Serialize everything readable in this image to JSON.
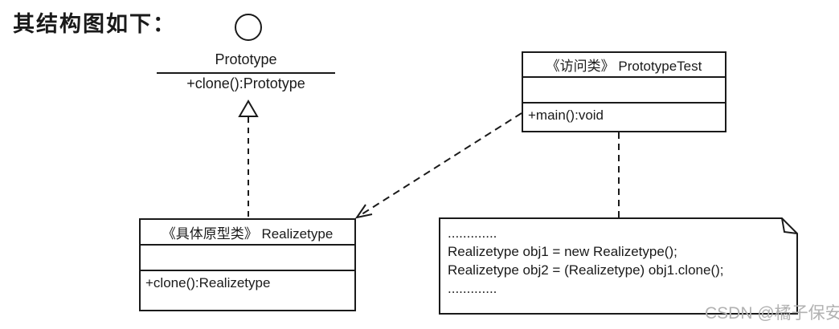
{
  "heading": "其结构图如下：",
  "interface": {
    "name": "Prototype",
    "method": "+clone():Prototype"
  },
  "classes": [
    {
      "name": "《具体原型类》 Realizetype",
      "attributes": "",
      "method": "+clone():Realizetype"
    },
    {
      "name": "《访问类》 PrototypeTest",
      "attributes": "",
      "method": "+main():void"
    }
  ],
  "note": {
    "lines": [
      ".............",
      "Realizetype obj1 = new Realizetype();",
      "Realizetype obj2 = (Realizetype) obj1.clone();",
      "............."
    ]
  },
  "watermark": "CSDN @橘子保安",
  "colors": {
    "line": "#1a1a1a",
    "background": "#ffffff",
    "watermark": "#b2b2b2"
  }
}
